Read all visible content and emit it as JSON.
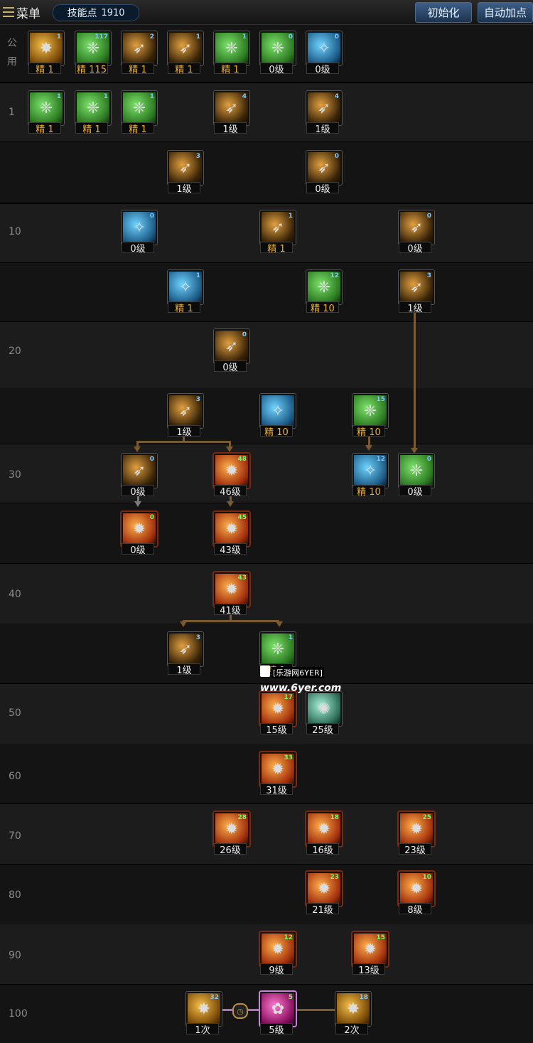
{
  "header": {
    "menu_label": "菜单",
    "skill_points_label": "技能点",
    "skill_points_value": "1910",
    "reset_label": "初始化",
    "auto_label": "自动加点"
  },
  "rows": {
    "common": "公用",
    "r1": "1",
    "r10": "10",
    "r20": "20",
    "r30": "30",
    "r40": "40",
    "r50": "50",
    "r60": "60",
    "r70": "70",
    "r80": "80",
    "r90": "90",
    "r100": "100"
  },
  "skills": [
    {
      "id": "s1",
      "level": "精 1",
      "badge": "1",
      "style": "gold"
    },
    {
      "id": "s2",
      "level": "精 115",
      "badge": "117",
      "style": "green"
    },
    {
      "id": "s3",
      "level": "精 1",
      "badge": "2",
      "style": "dark"
    },
    {
      "id": "s4",
      "level": "精 1",
      "badge": "1",
      "style": "dark"
    },
    {
      "id": "s5",
      "level": "精 1",
      "badge": "1",
      "style": "green"
    },
    {
      "id": "s6",
      "level": "0级",
      "badge": "0",
      "style": "green"
    },
    {
      "id": "s7",
      "level": "0级",
      "badge": "0",
      "style": "blue"
    },
    {
      "id": "s8",
      "level": "精 1",
      "badge": "1",
      "style": "green"
    },
    {
      "id": "s9",
      "level": "精 1",
      "badge": "1",
      "style": "green"
    },
    {
      "id": "s10",
      "level": "精 1",
      "badge": "1",
      "style": "green"
    },
    {
      "id": "s11",
      "level": "1级",
      "badge": "4",
      "style": "dark"
    },
    {
      "id": "s12",
      "level": "1级",
      "badge": "4",
      "style": "dark"
    },
    {
      "id": "s13",
      "level": "1级",
      "badge": "3",
      "style": "dark"
    },
    {
      "id": "s14",
      "level": "0级",
      "badge": "0",
      "style": "dark"
    },
    {
      "id": "s15",
      "level": "0级",
      "badge": "0",
      "style": "blue"
    },
    {
      "id": "s16",
      "level": "精 1",
      "badge": "1",
      "style": "dark"
    },
    {
      "id": "s17",
      "level": "0级",
      "badge": "0",
      "style": "dark"
    },
    {
      "id": "s18",
      "level": "精 1",
      "badge": "1",
      "style": "blue"
    },
    {
      "id": "s19",
      "level": "精 10",
      "badge": "12",
      "style": "green"
    },
    {
      "id": "s20",
      "level": "1级",
      "badge": "3",
      "style": "dark"
    },
    {
      "id": "s21",
      "level": "0级",
      "badge": "0",
      "style": "dark"
    },
    {
      "id": "s22",
      "level": "1级",
      "badge": "3",
      "style": "dark"
    },
    {
      "id": "s23",
      "level": "精 10",
      "badge": "",
      "style": "blue"
    },
    {
      "id": "s24",
      "level": "精 10",
      "badge": "15",
      "style": "green"
    },
    {
      "id": "s25",
      "level": "0级",
      "badge": "0",
      "style": "dark"
    },
    {
      "id": "s26",
      "level": "46级",
      "badge": "48",
      "style": "red"
    },
    {
      "id": "s27",
      "level": "精 10",
      "badge": "12",
      "style": "blue"
    },
    {
      "id": "s28",
      "level": "0级",
      "badge": "0",
      "style": "green"
    },
    {
      "id": "s29",
      "level": "0级",
      "badge": "0",
      "style": "red"
    },
    {
      "id": "s30",
      "level": "43级",
      "badge": "45",
      "style": "red"
    },
    {
      "id": "s31",
      "level": "41级",
      "badge": "43",
      "style": "red"
    },
    {
      "id": "s32",
      "level": "1级",
      "badge": "3",
      "style": "dark"
    },
    {
      "id": "s33",
      "level": "精 1",
      "badge": "1",
      "style": "green"
    },
    {
      "id": "s34",
      "level": "15级",
      "badge": "17",
      "style": "red"
    },
    {
      "id": "s35",
      "level": "25级",
      "badge": "",
      "style": "teal"
    },
    {
      "id": "s36",
      "level": "31级",
      "badge": "33",
      "style": "red"
    },
    {
      "id": "s37",
      "level": "26级",
      "badge": "28",
      "style": "red"
    },
    {
      "id": "s38",
      "level": "16级",
      "badge": "18",
      "style": "red"
    },
    {
      "id": "s39",
      "level": "23级",
      "badge": "25",
      "style": "red"
    },
    {
      "id": "s40",
      "level": "21级",
      "badge": "23",
      "style": "red"
    },
    {
      "id": "s41",
      "level": "8级",
      "badge": "10",
      "style": "red"
    },
    {
      "id": "s42",
      "level": "9级",
      "badge": "12",
      "style": "red"
    },
    {
      "id": "s43",
      "level": "13级",
      "badge": "15",
      "style": "red"
    },
    {
      "id": "s44",
      "level": "1次",
      "badge": "32",
      "style": "gold"
    },
    {
      "id": "s45",
      "level": "5级",
      "badge": "5",
      "style": "magenta"
    },
    {
      "id": "s46",
      "level": "2次",
      "badge": "18",
      "style": "gold"
    }
  ],
  "watermark": {
    "line1": "[乐游网6YER]",
    "line2": "www.6yer.com"
  }
}
